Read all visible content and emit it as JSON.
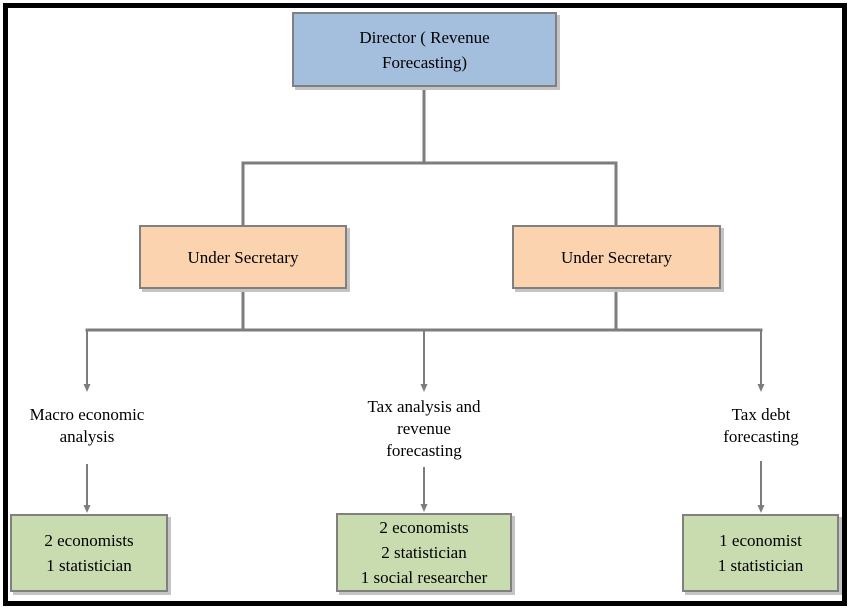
{
  "nodes": {
    "director": {
      "lines": [
        "Director ( Revenue",
        "Forecasting)"
      ]
    },
    "under_secretary_left": {
      "lines": [
        "Under Secretary"
      ]
    },
    "under_secretary_right": {
      "lines": [
        "Under Secretary"
      ]
    },
    "branch_macro": {
      "lines": [
        "Macro economic",
        "analysis"
      ]
    },
    "branch_tax_analysis": {
      "lines": [
        "Tax analysis and",
        "revenue",
        "forecasting"
      ]
    },
    "branch_tax_debt": {
      "lines": [
        "Tax debt",
        "forecasting"
      ]
    },
    "staff_macro": {
      "lines": [
        "2 economists",
        "1 statistician"
      ]
    },
    "staff_tax_analysis": {
      "lines": [
        "2 economists",
        "2 statistician",
        "1 social researcher"
      ]
    },
    "staff_tax_debt": {
      "lines": [
        "1 economist",
        "1 statistician"
      ]
    }
  },
  "colors": {
    "blue": "#a4bedd",
    "orange": "#fbd3af",
    "green": "#c9dcb0",
    "box_border": "#808080",
    "connector": "#7d7d7d",
    "shadow": "#c4c4c4",
    "frame": "#000000"
  }
}
